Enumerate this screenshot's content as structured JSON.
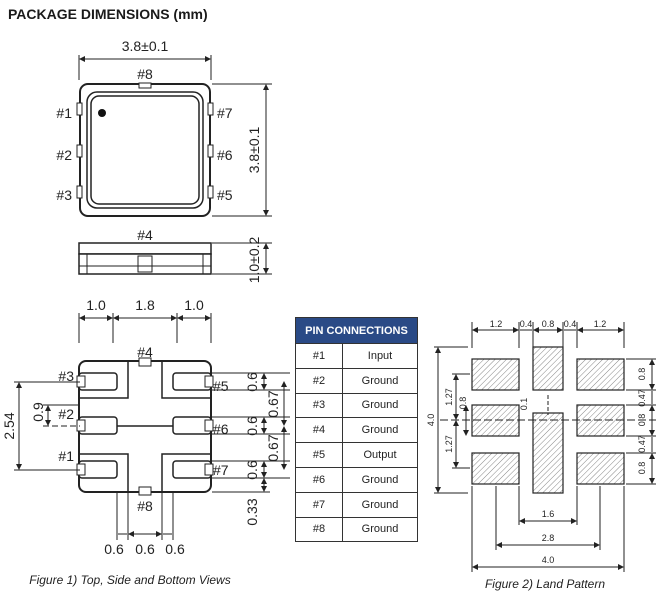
{
  "title": "PACKAGE DIMENSIONS (mm)",
  "top_view": {
    "width_dim": "3.8±0.1",
    "height_dim": "3.8±0.1",
    "pins_left": [
      "#1",
      "#2",
      "#3"
    ],
    "pins_right": [
      "#7",
      "#6",
      "#5"
    ],
    "pin_top": "#8"
  },
  "side_view": {
    "pin_label": "#4",
    "height_dim": "1.0±0.2"
  },
  "bottom_view": {
    "top_dims": [
      "1.0",
      "1.8",
      "1.0"
    ],
    "pin_top": "#4",
    "pin_bottom": "#8",
    "pins_left": [
      "#3",
      "#2",
      "#1"
    ],
    "pins_right": [
      "#5",
      "#6",
      "#7"
    ],
    "left_dims": [
      "2.54",
      "0.9"
    ],
    "right_dims_inner": [
      "0.6",
      "0.6",
      "0.6"
    ],
    "right_dims_outer": [
      "0.67",
      "0.67"
    ],
    "right_dim_bottom": "0.33",
    "bottom_dims": [
      "0.6",
      "0.6",
      "0.6"
    ]
  },
  "pin_connections": {
    "header": "PIN CONNECTIONS",
    "rows": [
      {
        "pin": "#1",
        "function": "Input"
      },
      {
        "pin": "#2",
        "function": "Ground"
      },
      {
        "pin": "#3",
        "function": "Ground"
      },
      {
        "pin": "#4",
        "function": "Ground"
      },
      {
        "pin": "#5",
        "function": "Output"
      },
      {
        "pin": "#6",
        "function": "Ground"
      },
      {
        "pin": "#7",
        "function": "Ground"
      },
      {
        "pin": "#8",
        "function": "Ground"
      }
    ]
  },
  "land_pattern": {
    "top_dims": [
      "1.2",
      "0.4",
      "0.8",
      "0.4",
      "1.2"
    ],
    "left_outer": "4.0",
    "left_mid": [
      "1.27",
      "1.27"
    ],
    "left_inner": "0.8",
    "center_small": "0.1",
    "right_dims": [
      "0.8",
      "0.47",
      "0.8",
      "0.47",
      "0.8"
    ],
    "bottom_dims": [
      "1.6",
      "2.8",
      "4.0"
    ]
  },
  "captions": {
    "figure1": "Figure 1)  Top, Side  and Bottom Views",
    "figure2": "Figure  2) Land Pattern"
  }
}
